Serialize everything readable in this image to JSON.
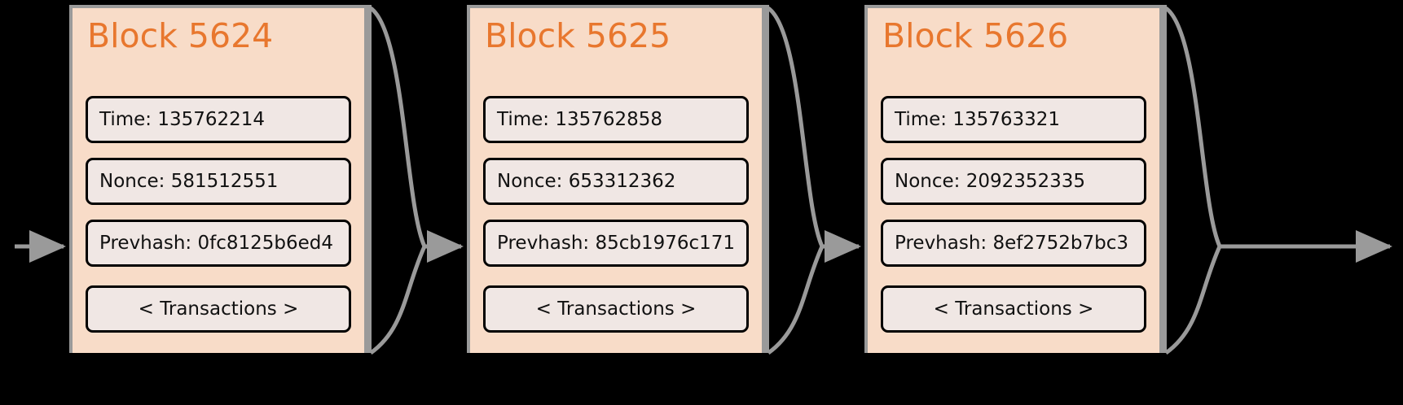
{
  "diagram": {
    "title": "Blockchain block chain diagram",
    "background_color": "#000000",
    "block_fill": "#f8dcc8",
    "block_shadow": "#9a9a9a",
    "field_fill": "#f0e7e4",
    "field_border": "#000000",
    "title_color": "#e8772e",
    "arrow_color": "#9a9a9a"
  },
  "labels": {
    "time_prefix": "Time:",
    "nonce_prefix": "Nonce:",
    "prevhash_prefix": "Prevhash:",
    "transactions": "< Transactions >"
  },
  "blocks": [
    {
      "title": "Block 5624",
      "time": "Time: 135762214",
      "nonce": "Nonce: 581512551",
      "prevhash": "Prevhash: 0fc8125b6ed4",
      "transactions": "< Transactions >",
      "time_value": "135762214",
      "nonce_value": "581512551",
      "prevhash_value": "0fc8125b6ed4"
    },
    {
      "title": "Block 5625",
      "time": "Time: 135762858",
      "nonce": "Nonce: 653312362",
      "prevhash": "Prevhash: 85cb1976c171",
      "transactions": "< Transactions >",
      "time_value": "135762858",
      "nonce_value": "653312362",
      "prevhash_value": "85cb1976c171"
    },
    {
      "title": "Block 5626",
      "time": "Time: 135763321",
      "nonce": "Nonce: 2092352335",
      "prevhash": "Prevhash: 8ef2752b7bc3",
      "transactions": "< Transactions >",
      "time_value": "135763321",
      "nonce_value": "2092352335",
      "prevhash_value": "8ef2752b7bc3"
    }
  ],
  "connectors": [
    {
      "name": "inbound-arrow",
      "from": "chain-start",
      "to": "Block 5624"
    },
    {
      "name": "link-5624-5625",
      "from": "Block 5624",
      "to": "Block 5625"
    },
    {
      "name": "link-5625-5626",
      "from": "Block 5625",
      "to": "Block 5626"
    },
    {
      "name": "outbound-arrow",
      "from": "Block 5626",
      "to": "chain-continues"
    }
  ]
}
